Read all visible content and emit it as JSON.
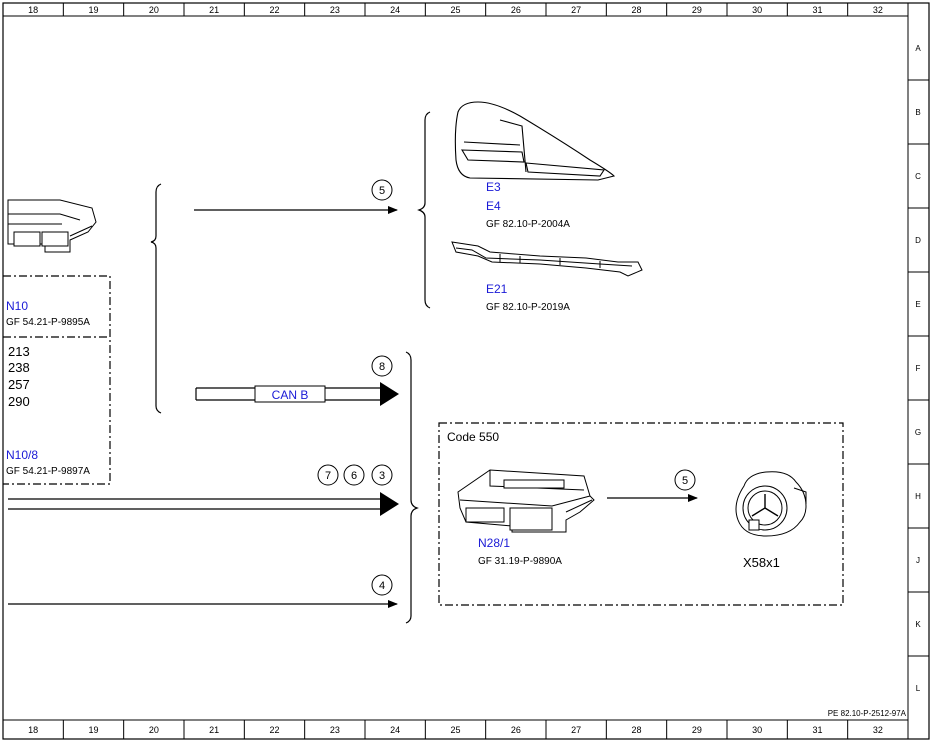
{
  "grid": {
    "columns": [
      "18",
      "19",
      "20",
      "21",
      "22",
      "23",
      "24",
      "25",
      "26",
      "27",
      "28",
      "29",
      "30",
      "31",
      "32"
    ],
    "rows": [
      "A",
      "B",
      "C",
      "D",
      "E",
      "F",
      "G",
      "H",
      "J",
      "K",
      "L"
    ]
  },
  "components": {
    "e3": {
      "code": "E3"
    },
    "e4": {
      "code": "E4"
    },
    "e3_e4_ref": "GF 82.10-P-2004A",
    "e21": {
      "code": "E21",
      "ref": "GF 82.10-P-2019A"
    },
    "n10": {
      "code": "N10",
      "ref": "GF 54.21-P-9895A"
    },
    "n10_codes": [
      "213",
      "238",
      "257",
      "290"
    ],
    "n10_8": {
      "code": "N10/8",
      "ref": "GF 54.21-P-9897A"
    },
    "n28_1": {
      "code": "N28/1",
      "ref": "GF 31.19-P-9890A"
    },
    "x58x1": {
      "code": "X58x1"
    }
  },
  "code_box": {
    "label": "Code 550"
  },
  "bus": {
    "label": "CAN B"
  },
  "markers": {
    "m5_top": "5",
    "m8": "8",
    "m7": "7",
    "m6": "6",
    "m3": "3",
    "m4": "4",
    "m5_box": "5"
  },
  "footer": {
    "ref": "PE 82.10-P-2512-97A"
  },
  "colors": {
    "link_blue": "#1a1ad6",
    "line": "#000000"
  }
}
